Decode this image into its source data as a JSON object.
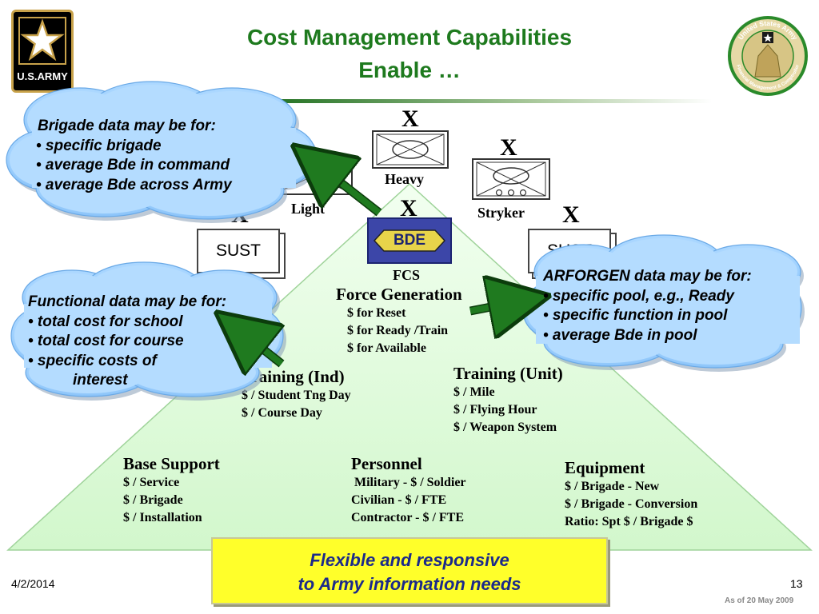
{
  "header": {
    "title_line1": "Cost Management Capabilities",
    "title_line2": "Enable …",
    "logo_text": "U.S.ARMY",
    "seal_top_text": "United States Army",
    "seal_bottom_text": "Financial Management & Comptroller"
  },
  "units": {
    "heavy": "Heavy",
    "light": "Light",
    "stryker": "Stryker",
    "bde": "BDE",
    "fcs": "FCS",
    "sust": "SUST",
    "x_mark": "X"
  },
  "pyramid": {
    "force_generation": {
      "heading": "Force Generation",
      "items": [
        "$ for Reset",
        "$ for Ready /Train",
        "$ for Available"
      ]
    },
    "training_ind": {
      "heading": "Training (Ind)",
      "items": [
        "$ / Student Tng Day",
        "$ / Course Day"
      ]
    },
    "training_unit": {
      "heading": "Training (Unit)",
      "items": [
        "$ / Mile",
        "$ / Flying Hour",
        "$ / Weapon System"
      ]
    },
    "base_support": {
      "heading": "Base Support",
      "items": [
        "$ / Service",
        "$ / Brigade",
        "$ / Installation"
      ]
    },
    "personnel": {
      "heading": "Personnel",
      "items": [
        " Military - $ / Soldier",
        "Civilian - $ / FTE",
        "Contractor - $ / FTE"
      ]
    },
    "equipment": {
      "heading": "Equipment",
      "items": [
        "$ / Brigade - New",
        "$ / Brigade - Conversion",
        "Ratio: Spt $ / Brigade $"
      ]
    }
  },
  "callouts": {
    "brigade": {
      "lines": [
        "Brigade data may be for:",
        "• specific brigade",
        "• average Bde in command",
        "• average Bde across Army"
      ]
    },
    "functional": {
      "lines": [
        "Functional data may be for:",
        "• total cost for school",
        "• total cost for course",
        "• specific costs of",
        "interest"
      ]
    },
    "arforgen": {
      "lines": [
        "ARFORGEN data may be for:",
        "• specific pool, e.g., Ready",
        "• specific function in pool",
        "• average Bde in pool"
      ]
    }
  },
  "banner": {
    "line1": "Flexible and responsive",
    "line2": "to Army information needs"
  },
  "footer": {
    "date": "4/2/2014",
    "page_number": "13",
    "as_of": "As of 20 May 2009"
  },
  "colors": {
    "title_green": "#1e7a1e",
    "pyramid_fill": "#dcfbd6",
    "cloud_fill": "#9fd2ff",
    "arrow_green": "#1f7a1f",
    "banner_yellow": "#ffff2a",
    "banner_text": "#1c2a8a",
    "bde_blue": "#3c46a8"
  }
}
